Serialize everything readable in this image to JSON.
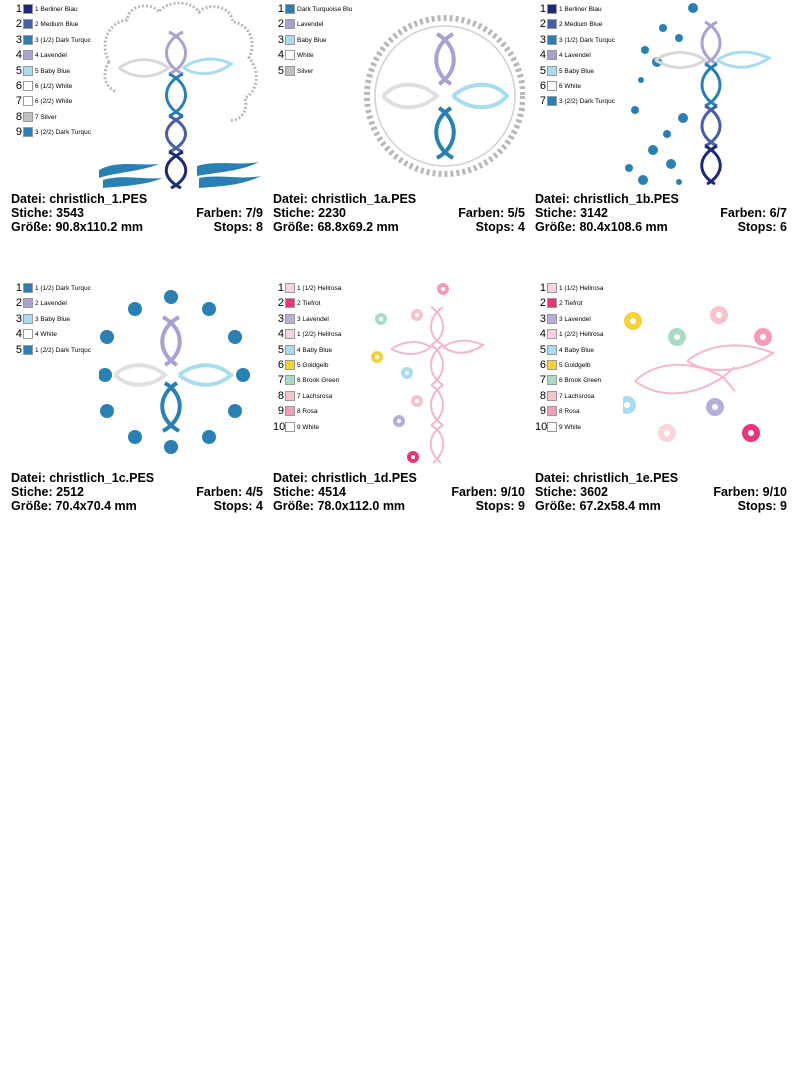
{
  "labels": {
    "file": "Datei:",
    "stitches": "Stiche:",
    "size": "Größe:",
    "colors": "Farben:",
    "stops": "Stops:"
  },
  "cards": [
    {
      "file": "christlich_1.PES",
      "stitches": "3543",
      "colors": "7/9",
      "size": "90.8x110.2 mm",
      "stops": "8",
      "legend": [
        {
          "n": "1",
          "name": "1 Berliner Blau",
          "color": "#1c2a78"
        },
        {
          "n": "2",
          "name": "2 Medium Blue",
          "color": "#4a5ea8"
        },
        {
          "n": "3",
          "name": "3 (1/2) Dark Turquc",
          "color": "#2a7fb3"
        },
        {
          "n": "4",
          "name": "4 Lavendel",
          "color": "#a8a2d0"
        },
        {
          "n": "5",
          "name": "5 Baby Blue",
          "color": "#a8dcee"
        },
        {
          "n": "6",
          "name": "6 (1/2) White",
          "color": "#ffffff"
        },
        {
          "n": "7",
          "name": "6 (2/2) White",
          "color": "#ffffff"
        },
        {
          "n": "8",
          "name": "7 Silver",
          "color": "#c0c0c0"
        },
        {
          "n": "9",
          "name": "3 (2/2) Dark Turquc",
          "color": "#2a7fb3"
        }
      ]
    },
    {
      "file": "christlich_1a.PES",
      "stitches": "2230",
      "colors": "5/5",
      "size": "68.8x69.2 mm",
      "stops": "4",
      "legend": [
        {
          "n": "1",
          "name": "Dark Turquoise Blu",
          "color": "#2a7fb3"
        },
        {
          "n": "2",
          "name": "Lavendel",
          "color": "#a8a2d0"
        },
        {
          "n": "3",
          "name": "Baby Blue",
          "color": "#a8dcee"
        },
        {
          "n": "4",
          "name": "White",
          "color": "#ffffff"
        },
        {
          "n": "5",
          "name": "Silver",
          "color": "#c0c0c0"
        }
      ]
    },
    {
      "file": "christlich_1b.PES",
      "stitches": "3142",
      "colors": "6/7",
      "size": "80.4x108.6 mm",
      "stops": "6",
      "legend": [
        {
          "n": "1",
          "name": "1 Berliner Blau",
          "color": "#1c2a78"
        },
        {
          "n": "2",
          "name": "2 Medium Blue",
          "color": "#4a5ea8"
        },
        {
          "n": "3",
          "name": "3 (1/2) Dark Turquc",
          "color": "#2a7fb3"
        },
        {
          "n": "4",
          "name": "4 Lavendel",
          "color": "#a8a2d0"
        },
        {
          "n": "5",
          "name": "5 Baby Blue",
          "color": "#a8dcee"
        },
        {
          "n": "6",
          "name": "6 White",
          "color": "#ffffff"
        },
        {
          "n": "7",
          "name": "3 (2/2) Dark Turquc",
          "color": "#2a7fb3"
        }
      ]
    },
    {
      "file": "christlich_1c.PES",
      "stitches": "2512",
      "colors": "4/5",
      "size": "70.4x70.4 mm",
      "stops": "4",
      "legend": [
        {
          "n": "1",
          "name": "1 (1/2) Dark Turquc",
          "color": "#2a7fb3"
        },
        {
          "n": "2",
          "name": "2 Lavendel",
          "color": "#a8a2d0"
        },
        {
          "n": "3",
          "name": "3 Baby Blue",
          "color": "#a8dcee"
        },
        {
          "n": "4",
          "name": "4 White",
          "color": "#ffffff"
        },
        {
          "n": "5",
          "name": "1 (2/2) Dark Turquc",
          "color": "#2a7fb3"
        }
      ]
    },
    {
      "file": "christlich_1d.PES",
      "stitches": "4514",
      "colors": "9/10",
      "size": "78.0x112.0 mm",
      "stops": "9",
      "legend": [
        {
          "n": "1",
          "name": "1 (1/2) Hellrosa",
          "color": "#f8d4dc"
        },
        {
          "n": "2",
          "name": "2 Tiefrot",
          "color": "#e8357a"
        },
        {
          "n": "3",
          "name": "3 Lavendel",
          "color": "#b4aedc"
        },
        {
          "n": "4",
          "name": "1 (2/2) Hellrosa",
          "color": "#f8d4dc"
        },
        {
          "n": "5",
          "name": "4 Baby Blue",
          "color": "#a8dcee"
        },
        {
          "n": "6",
          "name": "5 Goldgelb",
          "color": "#f4d23a"
        },
        {
          "n": "7",
          "name": "6 Brook Green",
          "color": "#a8dcc4"
        },
        {
          "n": "8",
          "name": "7 Lachsrosa",
          "color": "#f6c4cc"
        },
        {
          "n": "9",
          "name": "8 Rosa",
          "color": "#f49cbc"
        },
        {
          "n": "10",
          "name": "9 White",
          "color": "#ffffff"
        }
      ]
    },
    {
      "file": "christlich_1e.PES",
      "stitches": "3602",
      "colors": "9/10",
      "size": "67.2x58.4 mm",
      "stops": "9",
      "legend": [
        {
          "n": "1",
          "name": "1 (1/2) Hellrosa",
          "color": "#f8d4dc"
        },
        {
          "n": "2",
          "name": "2 Tiefrot",
          "color": "#e8357a"
        },
        {
          "n": "3",
          "name": "3 Lavendel",
          "color": "#b4aedc"
        },
        {
          "n": "4",
          "name": "1 (2/2) Hellrosa",
          "color": "#f8d4dc"
        },
        {
          "n": "5",
          "name": "4 Baby Blue",
          "color": "#a8dcee"
        },
        {
          "n": "6",
          "name": "5 Goldgelb",
          "color": "#f4d23a"
        },
        {
          "n": "7",
          "name": "6 Brook Green",
          "color": "#a8dcc4"
        },
        {
          "n": "8",
          "name": "7 Lachsrosa",
          "color": "#f6c4cc"
        },
        {
          "n": "9",
          "name": "8 Rosa",
          "color": "#f49cbc"
        },
        {
          "n": "10",
          "name": "9 White",
          "color": "#ffffff"
        }
      ]
    }
  ]
}
